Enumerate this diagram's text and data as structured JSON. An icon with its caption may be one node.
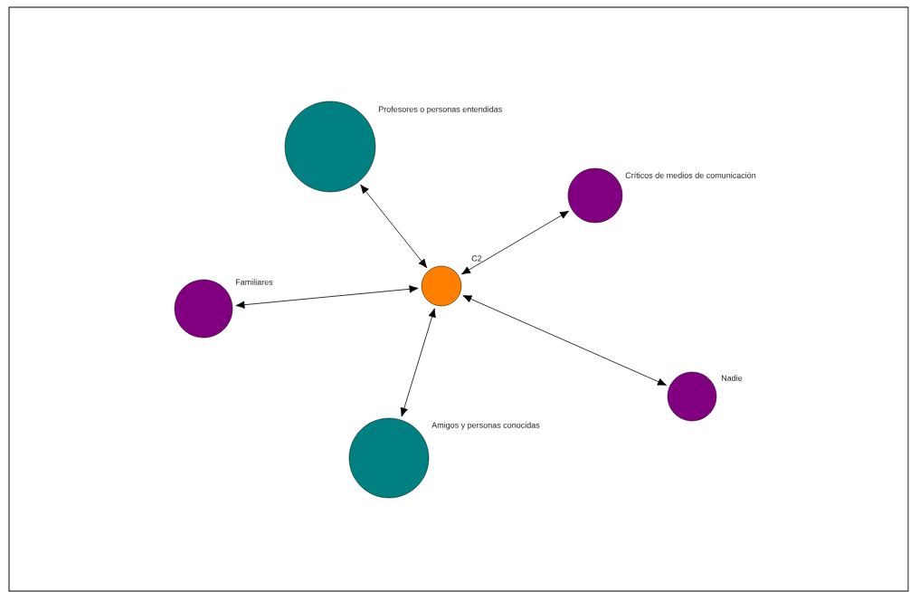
{
  "diagram": {
    "nodes": [
      {
        "text": [],
        "shape": "circle",
        "beside": [
          "Profesores o personas entendidas"
        ]
      },
      {
        "text": [],
        "shape": "circle",
        "beside": [
          "Críticos de medios de comunicación"
        ]
      },
      {
        "text": [],
        "shape": "circle",
        "beside": [
          "C2"
        ]
      },
      {
        "text": [],
        "shape": "circle",
        "beside": [
          "Familiares"
        ]
      },
      {
        "text": [],
        "shape": "circle",
        "beside": [
          "Nadie"
        ]
      },
      {
        "text": [],
        "shape": "circle",
        "beside": [
          "Amigos y personas conocidas"
        ]
      }
    ],
    "edges": [
      {
        "from": 2,
        "to": 0,
        "arrow": "both"
      },
      {
        "from": 2,
        "to": 1,
        "arrow": "both"
      },
      {
        "from": 2,
        "to": 3,
        "arrow": "both"
      },
      {
        "from": 2,
        "to": 4,
        "arrow": "both"
      },
      {
        "from": 2,
        "to": 5,
        "arrow": "both"
      }
    ]
  }
}
